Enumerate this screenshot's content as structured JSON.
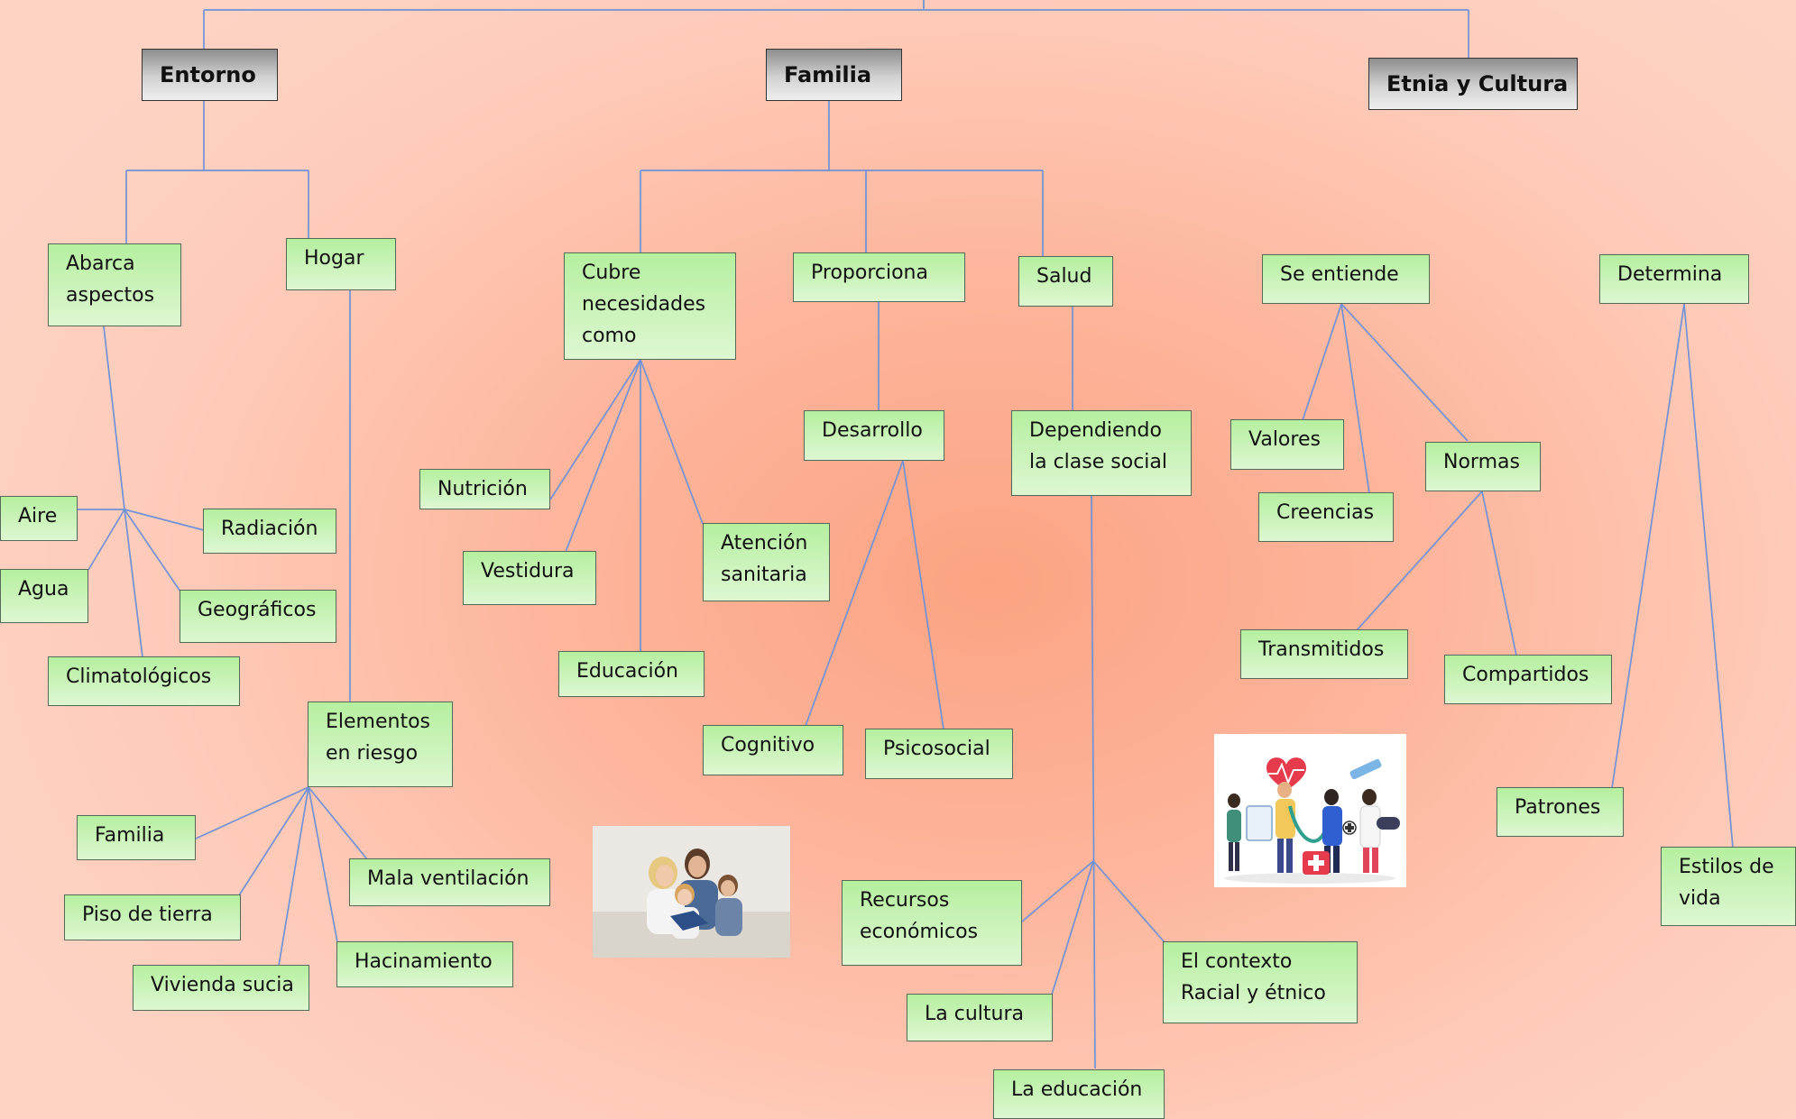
{
  "headers": {
    "entorno": "Entorno",
    "familia": "Familia",
    "etnia": "Etnia y Cultura"
  },
  "entorno": {
    "abarca": "Abarca\naspectos",
    "hogar": "Hogar",
    "aire": "Aire",
    "radiacion": "Radiación",
    "agua": "Agua",
    "geograficos": "Geográficos",
    "climatologicos": "Climatológicos",
    "elementos": "Elementos\nen riesgo",
    "familia": "Familia",
    "mala_ventilacion": "Mala ventilación",
    "piso": "Piso de tierra",
    "hacinamiento": "Hacinamiento",
    "vivienda": "Vivienda sucia"
  },
  "familia": {
    "cubre": "Cubre\nnecesidades\ncomo",
    "proporciona": "Proporciona",
    "salud": "Salud",
    "nutricion": "Nutrición",
    "vestidura": "Vestidura",
    "atencion": "Atención\nsanitaria",
    "educacion": "Educación",
    "desarrollo": "Desarrollo",
    "cognitivo": "Cognitivo",
    "psicosocial": "Psicosocial",
    "dependiendo": "Dependiendo\nla clase social",
    "recursos": "Recursos\neconómicos",
    "contexto": "El contexto\nRacial y étnico",
    "cultura": "La cultura",
    "la_educacion": "La educación"
  },
  "etnia": {
    "se_entiende": "Se entiende",
    "determina": "Determina",
    "valores": "Valores",
    "normas": "Normas",
    "creencias": "Creencias",
    "transmitidos": "Transmitidos",
    "compartidos": "Compartidos",
    "patrones": "Patrones",
    "estilos": "Estilos de\nvida"
  },
  "colors": {
    "node_fill_top": "#b5ef9f",
    "node_fill_bottom": "#def7d2",
    "connector": "#6f93d6",
    "header_fill": "#a9a9a9"
  },
  "images": [
    "family-photo",
    "health-illustration"
  ]
}
